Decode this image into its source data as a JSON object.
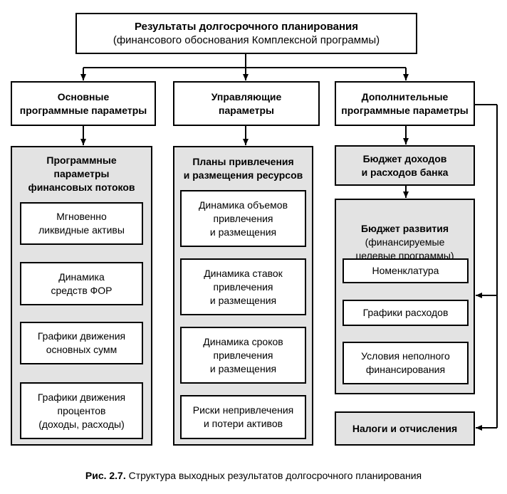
{
  "top": {
    "title": "Результаты долгосрочного планирования",
    "subtitle": "(финансового обоснования Комплексной программы)"
  },
  "columns": [
    {
      "header": "Основные\nпрограммные параметры"
    },
    {
      "header": "Управляющие\nпараметры"
    },
    {
      "header": "Дополнительные\nпрограммные параметры"
    }
  ],
  "panels": {
    "financial_flows": {
      "title": "Программные\nпараметры\nфинансовых потоков",
      "items": [
        "Мгновенно\nликвидные активы",
        "Динамика\nсредств ФОР",
        "Графики движения\nосновных сумм",
        "Графики движения\nпроцентов\n(доходы, расходы)"
      ]
    },
    "resources": {
      "title": "Планы привлечения\nи размещения ресурсов",
      "items": [
        "Динамика объемов\nпривлечения\nи размещения",
        "Динамика ставок\nпривлечения\nи размещения",
        "Динамика сроков\nпривлечения\nи размещения",
        "Риски непривлечения\nи потери активов"
      ]
    },
    "bank_budget": {
      "title": "Бюджет доходов\nи расходов банка"
    },
    "development_budget": {
      "title": "Бюджет развития",
      "subtitle": "(финансируемые\nцелевые программы)",
      "items": [
        "Номенклатура",
        "Графики расходов",
        "Условия неполного\nфинансирования"
      ]
    },
    "taxes": {
      "title": "Налоги и отчисления"
    }
  },
  "caption": {
    "label": "Рис. 2.7.",
    "text": " Структура выходных результатов долгосрочного планирования"
  }
}
